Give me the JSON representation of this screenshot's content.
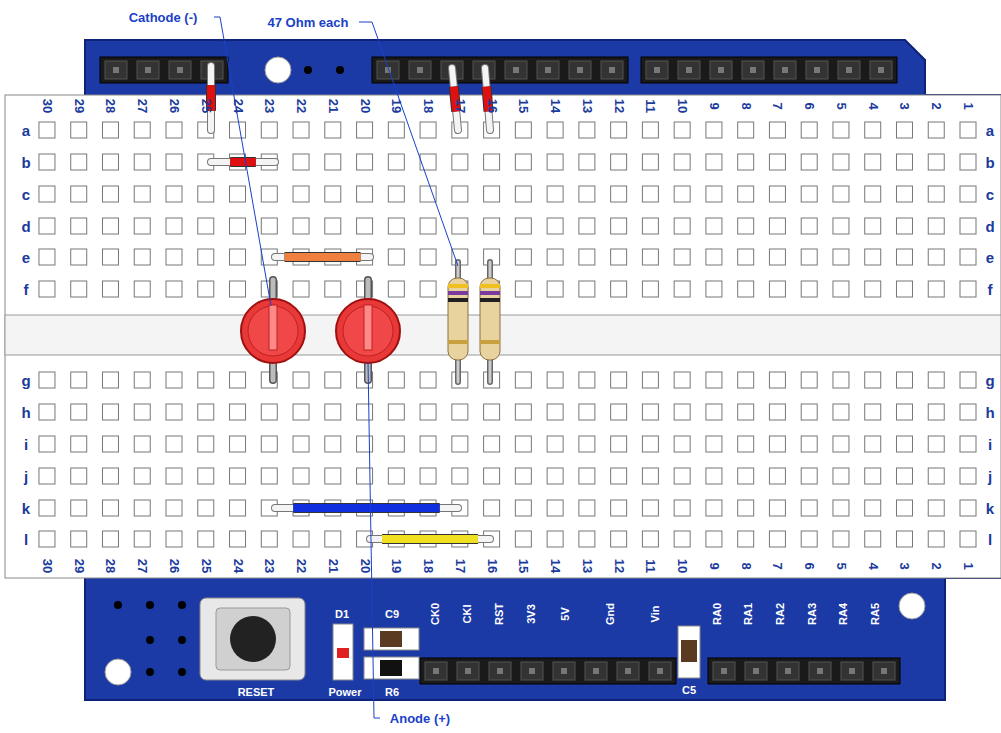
{
  "diagram": {
    "labels": [
      "Cathode (-)",
      "47 Ohm each",
      "30",
      "29",
      "28",
      "27",
      "26",
      "25",
      "24",
      "23",
      "22",
      "21",
      "20",
      "19",
      "18",
      "17",
      "16",
      "15",
      "14",
      "13",
      "12",
      "11",
      "10",
      "9",
      "8",
      "7",
      "6",
      "5",
      "4",
      "3",
      "2",
      "1",
      "a",
      "a",
      "b",
      "b",
      "c",
      "c",
      "d",
      "d",
      "e",
      "e",
      "f",
      "f",
      "g",
      "g",
      "h",
      "h",
      "i",
      "i",
      "j",
      "j",
      "k",
      "k",
      "l",
      "l",
      "30",
      "29",
      "28",
      "27",
      "26",
      "25",
      "24",
      "23",
      "22",
      "21",
      "20",
      "19",
      "18",
      "17",
      "16",
      "15",
      "14",
      "13",
      "12",
      "11",
      "10",
      "9",
      "8",
      "7",
      "6",
      "5",
      "4",
      "3",
      "2",
      "1",
      "CK0",
      "CKI",
      "RST",
      "3V3",
      "5V",
      "Gnd",
      "Vin",
      "RA0",
      "RA1",
      "RA2",
      "RA3",
      "RA4",
      "RA5",
      "D1",
      "C9",
      "RESET",
      "Power",
      "R6",
      "C5",
      "Anode (+)"
    ]
  }
}
